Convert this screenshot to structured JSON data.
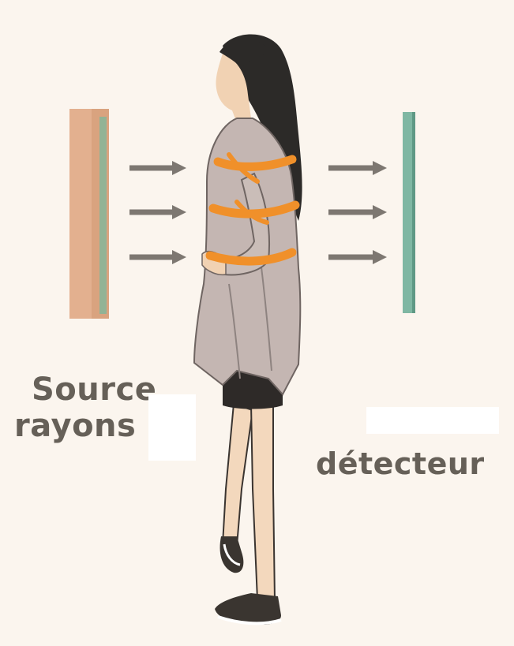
{
  "labels": {
    "source_line1": "Source",
    "source_line2": "rayons",
    "detector_line2": "détecteur"
  },
  "colors": {
    "background": "#fbf5ee",
    "source_panel": "#e3b08f",
    "detector_panel": "#7fb7a3",
    "arrows": "#7d7771",
    "xray_bands": "#f0902a",
    "label_text": "#666058"
  }
}
